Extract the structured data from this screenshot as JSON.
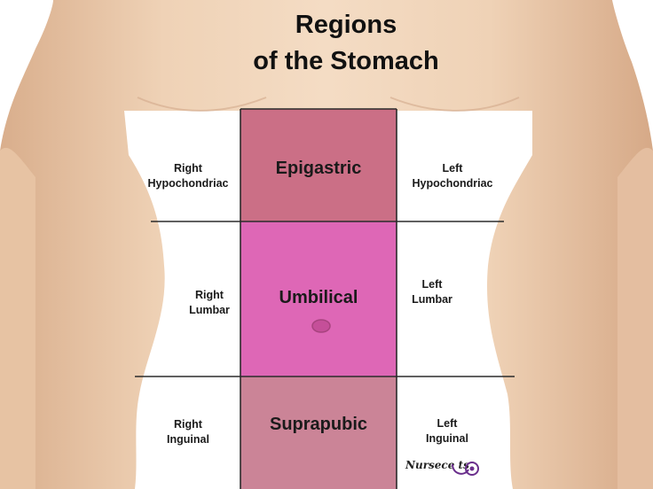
{
  "title_line1": "Regions",
  "title_line2": "of the Stomach",
  "regions": {
    "right_hypochondriac": [
      "Right",
      "Hypochondriac"
    ],
    "epigastric": "Epigastric",
    "left_hypochondriac": [
      "Left",
      "Hypochondriac"
    ],
    "right_lumbar": [
      "Right",
      "Lumbar"
    ],
    "umbilical": "Umbilical",
    "left_lumbar": [
      "Left",
      "Lumbar"
    ],
    "right_inguinal": [
      "Right",
      "Inguinal"
    ],
    "suprapubic": "Suprapubic",
    "left_inguinal": [
      "Left",
      "Inguinal"
    ]
  },
  "watermark": "Nursece ts",
  "colors": {
    "skin": "#ecc9a9",
    "epigastric": "#c8677f",
    "umbilical": "#dc5fb2",
    "suprapubic": "#c87d91",
    "grid_line": "#2b2b2b"
  }
}
